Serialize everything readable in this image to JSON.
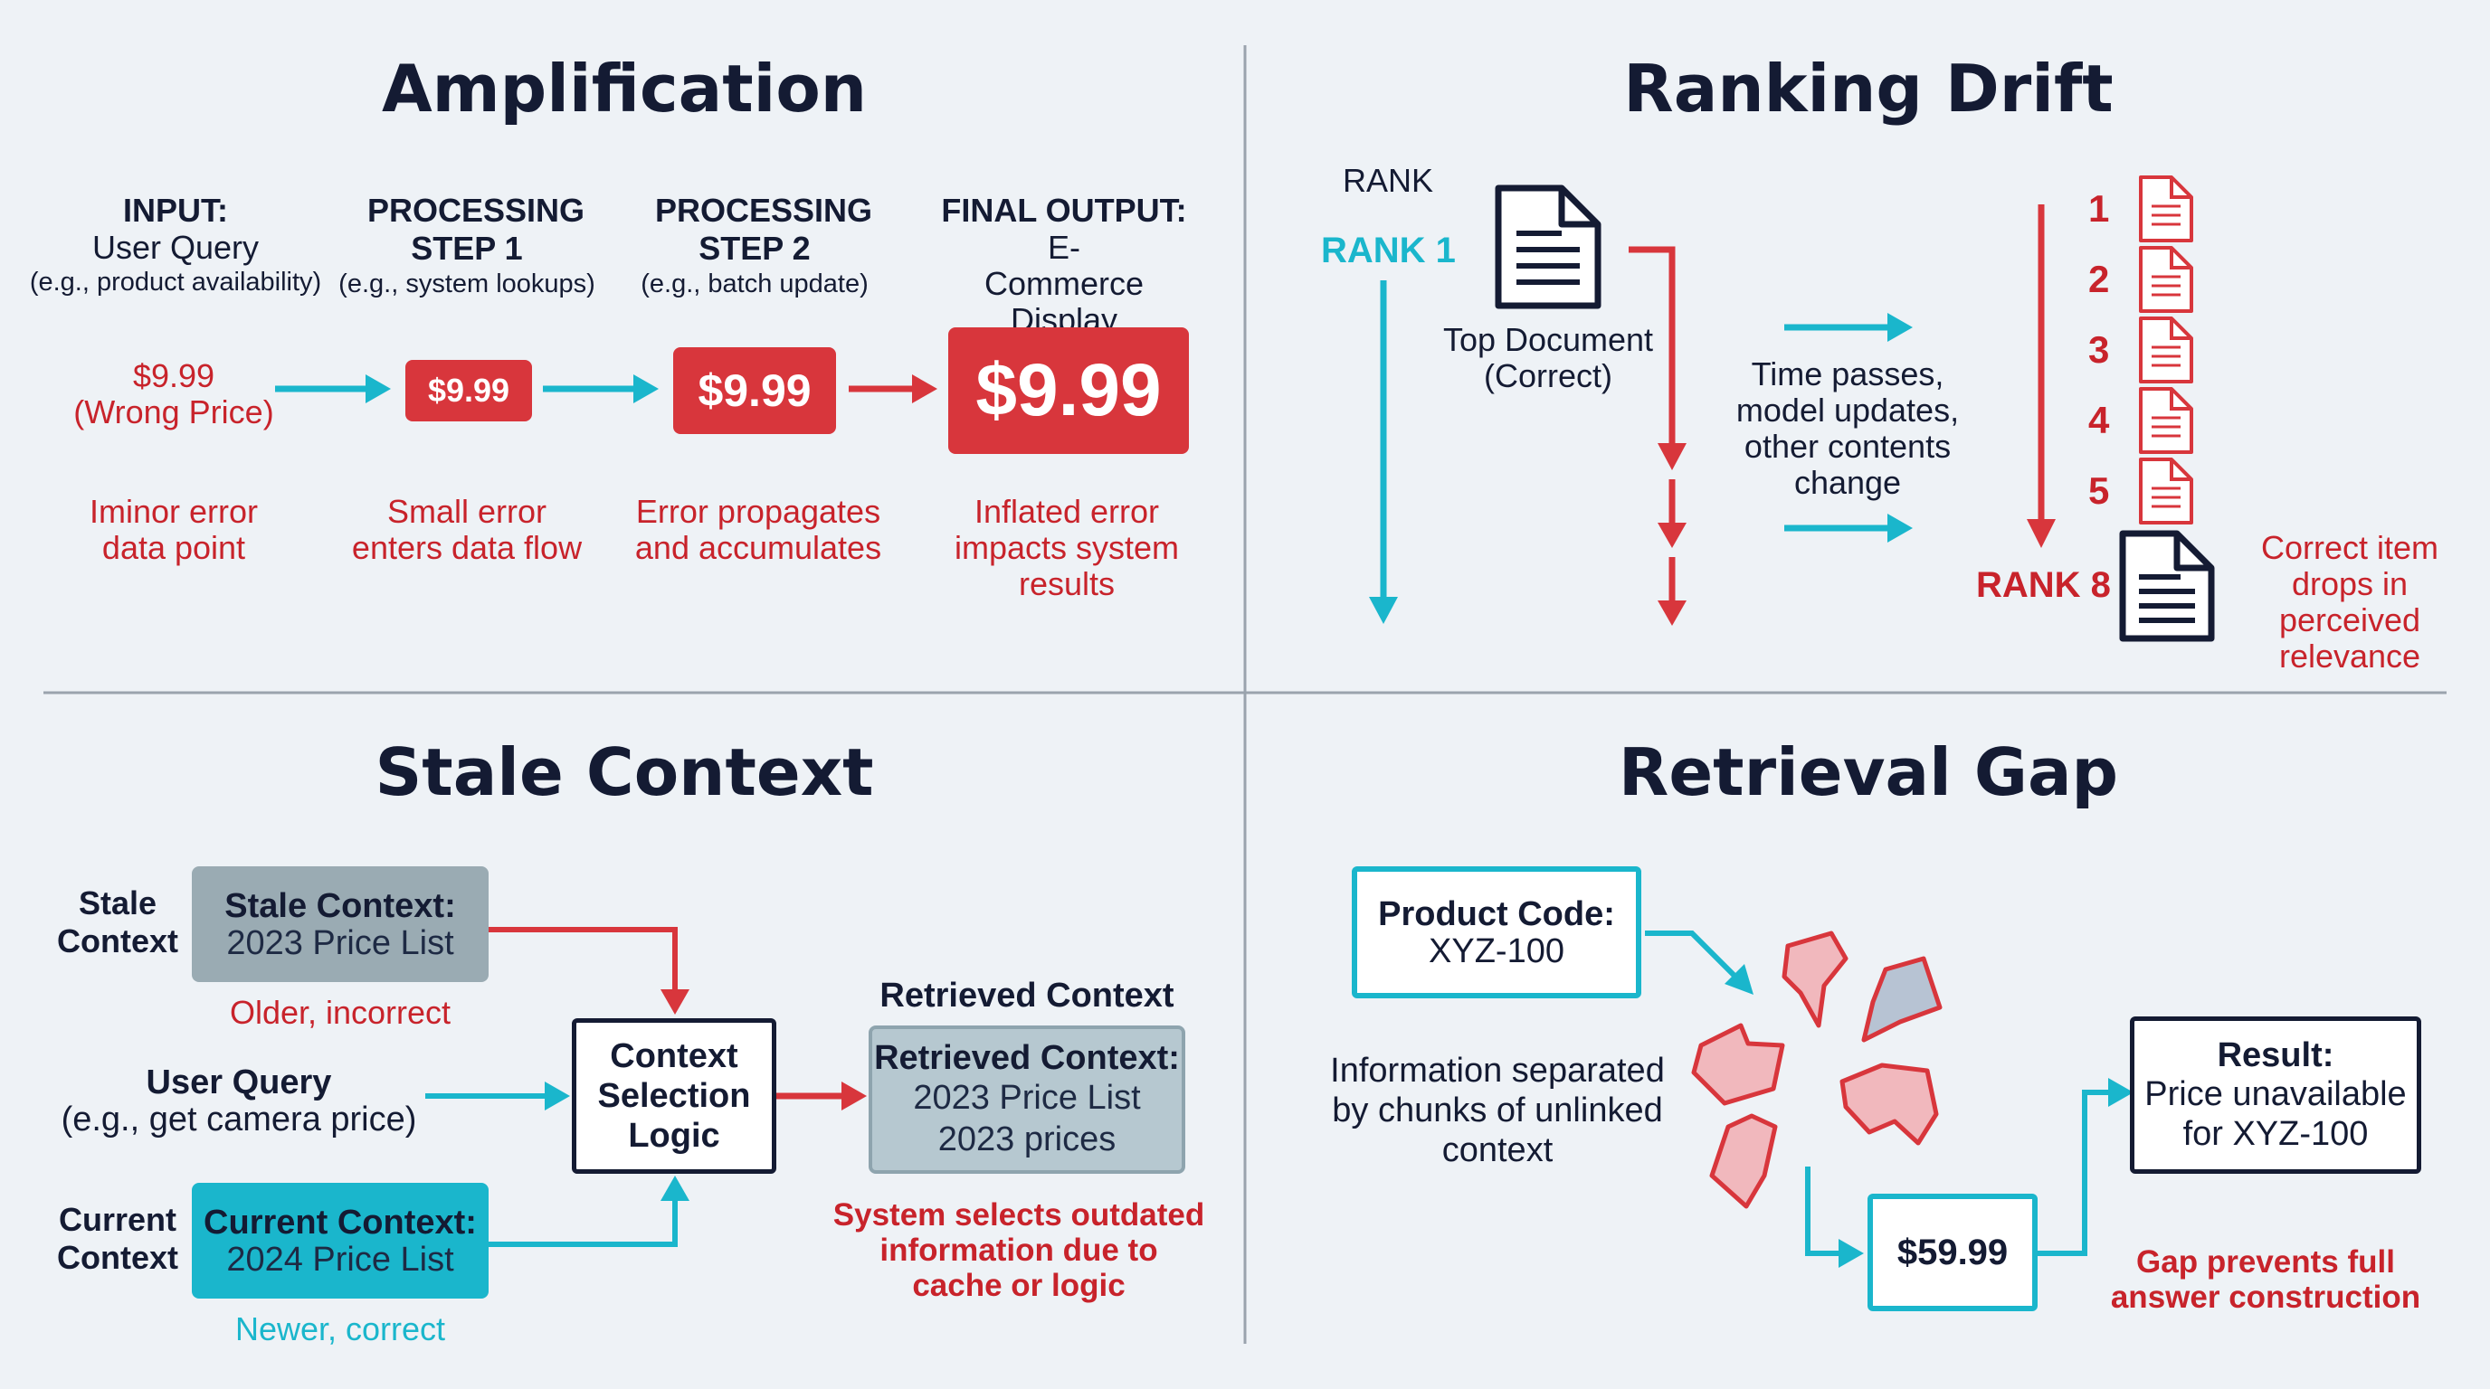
{
  "colors": {
    "navy": "#141b33",
    "red": "#d8363c",
    "cyan": "#1ab6cc",
    "gray_box": "#9aabb3",
    "retrieved_box": "#b6c8d0",
    "background": "#eef2f6"
  },
  "amplification": {
    "title": "Amplification",
    "steps": [
      {
        "heading": "INPUT:",
        "name": "User Query",
        "example": "(e.g., product availability)"
      },
      {
        "heading": "PROCESSING STEP 1",
        "example": "(e.g., system lookups)"
      },
      {
        "heading": "PROCESSING STEP 2",
        "example": "(e.g., batch update)"
      },
      {
        "heading": "FINAL OUTPUT:",
        "name": "E-Commerce Display"
      }
    ],
    "input_price": "$9.99",
    "input_note": "(Wrong Price)",
    "prices": [
      "$9.99",
      "$9.99",
      "$9.99"
    ],
    "captions": [
      "Iminor error data point",
      "Small error enters data flow",
      "Error propagates and accumulates",
      "Inflated error impacts system results"
    ]
  },
  "ranking_drift": {
    "title": "Ranking Drift",
    "rank_header": "RANK",
    "rank1": "RANK 1",
    "top_doc_label": "Top Document (Correct)",
    "time_text": "Time passes, model updates, other contents change",
    "ranks": [
      "1",
      "2",
      "3",
      "4",
      "5"
    ],
    "rank8": "RANK 8",
    "drop_text": "Correct item drops in perceived relevance",
    "icons": [
      "document-icon"
    ]
  },
  "stale_context": {
    "title": "Stale Context",
    "stale_side": "Stale Context",
    "stale_box_title": "Stale Context:",
    "stale_box_value": "2023 Price List",
    "stale_note": "Older, incorrect",
    "query_title": "User Query",
    "query_example": "(e.g., get camera price)",
    "current_side": "Current Context",
    "current_box_title": "Current Context:",
    "current_box_value": "2024 Price List",
    "current_note": "Newer, correct",
    "logic_box": "Context Selection Logic",
    "retrieved_header": "Retrieved Context",
    "retrieved_box_title": "Retrieved Context:",
    "retrieved_line1": "2023 Price List",
    "retrieved_line2": "2023 prices",
    "system_note": "System selects outdated information due to cache or logic"
  },
  "retrieval_gap": {
    "title": "Retrieval Gap",
    "code_title": "Product Code:",
    "code_value": "XYZ-100",
    "info_text": "Information separated by chunks of unlinked context",
    "price": "$59.99",
    "result_title": "Result:",
    "result_value": "Price unavailable for XYZ-100",
    "gap_note": "Gap prevents full answer construction"
  }
}
